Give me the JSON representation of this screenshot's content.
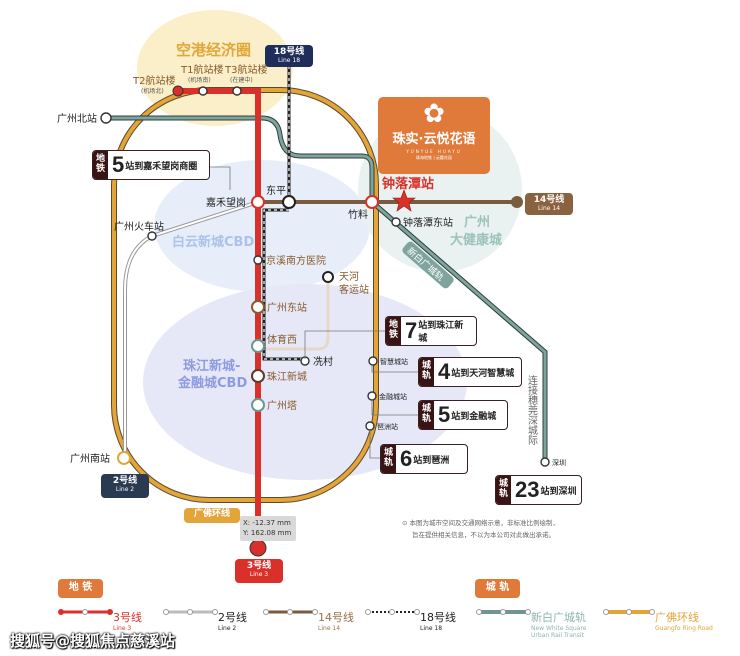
{
  "zones": {
    "airport": "空港经济圈",
    "baiyun": "白云新城CBD",
    "zhujiang_1": "珠江新城-",
    "zhujiang_2": "金融城CBD",
    "health_1": "广州",
    "health_2": "大健康城"
  },
  "stations": {
    "t2": "T2航站楼",
    "t2_sub": "(机场北)",
    "t1": "T1航站楼",
    "t1_sub": "(机场南)",
    "t3": "T3航站楼",
    "t3_sub": "(在建中)",
    "gz_north": "广州北站",
    "jiahe": "嘉禾望岗",
    "dongping": "东平",
    "zhuliao": "竹料",
    "zhongluotan": "钟落潭站",
    "zhongluotan_east": "钟落潭东站",
    "gz_train": "广州火车站",
    "jingxi": "京溪南方医院",
    "tianhe_1": "天河",
    "tianhe_2": "客运站",
    "gz_east": "广州东站",
    "tiyuxi": "体育西",
    "xiancun": "冼村",
    "zhujiang": "珠江新城",
    "canton_tower": "广州塔",
    "zhihui": "智慧城站",
    "jinrong": "金融城站",
    "pazhou": "琶洲站",
    "shenzhen": "深圳",
    "gz_south": "广州南站"
  },
  "line_badges": {
    "l18": "18号线",
    "l18_en": "Line 18",
    "l14": "14号线",
    "l14_en": "Line 14",
    "l2": "2号线",
    "l2_en": "Line 2",
    "l3": "3号线",
    "l3_en": "Line 3",
    "guangfo": "广佛环线",
    "xinbai": "新白广城轨",
    "intercity": "连接穗莞深城际"
  },
  "logo": {
    "name": "珠实·云悦花语",
    "en": "YUNYUE HUAYU",
    "sub": "珠海地铁 | 云麓花园"
  },
  "info_boxes": [
    {
      "tag_1": "地",
      "tag_2": "铁",
      "num": "5",
      "text": "站到嘉禾望岗商圈"
    },
    {
      "tag_1": "地",
      "tag_2": "铁",
      "num": "7",
      "text": "站到珠江新城"
    },
    {
      "tag_1": "城",
      "tag_2": "轨",
      "num": "4",
      "text": "站到天河智慧城"
    },
    {
      "tag_1": "城",
      "tag_2": "轨",
      "num": "5",
      "text": "站到金融城"
    },
    {
      "tag_1": "城",
      "tag_2": "轨",
      "num": "6",
      "text": "站到琶洲"
    },
    {
      "tag_1": "城",
      "tag_2": "轨",
      "num": "23",
      "text": "站到深圳"
    }
  ],
  "tooltip": {
    "x": "X: -12.37 mm",
    "y": "Y: 162.08 mm"
  },
  "note": {
    "line1": "本图为城市空间及交通网络示意，非标准比例绘制，",
    "line2": "旨在提供相关信息，不以为本公司对此做出承诺。"
  },
  "legend": {
    "metro": "地 铁",
    "rail": "城 轨",
    "items": [
      {
        "cn": "3号线",
        "en": "Line 3"
      },
      {
        "cn": "2号线",
        "en": "Line 2"
      },
      {
        "cn": "14号线",
        "en": "Line 14"
      },
      {
        "cn": "18号线",
        "en": "Line 18"
      },
      {
        "cn": "新白广城轨",
        "en": "New White Square",
        "en2": "Urban Rail Transit"
      },
      {
        "cn": "广佛环线",
        "en": "Guangfo Ring Road"
      }
    ]
  },
  "watermark": "搜狐号@搜狐焦点慈溪站",
  "colors": {
    "line3": "#D9302A",
    "line2": "#C8C8C8",
    "line14": "#7B5B3E",
    "line18": "#222222",
    "xinbai": "#6E9690",
    "guangfo": "#E3A43A",
    "accent": "#E07A3A"
  }
}
